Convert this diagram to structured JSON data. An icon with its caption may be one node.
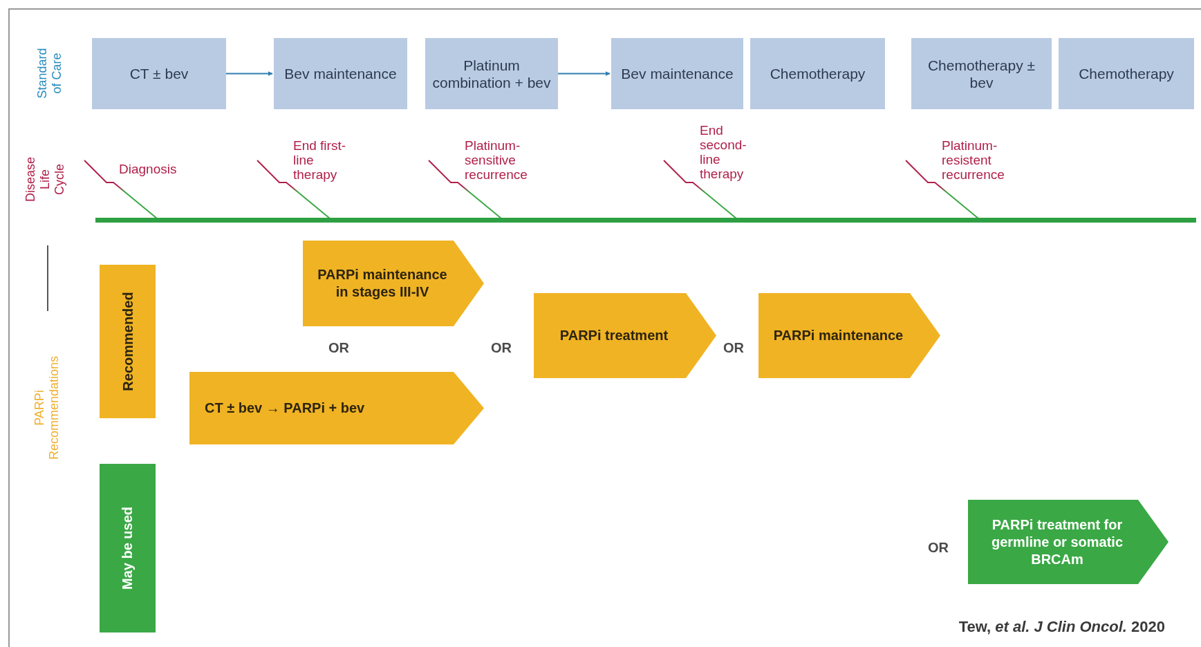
{
  "diagram": {
    "caption": "Tew, *et al. J Clin Oncol.* 2020",
    "nodes": [
      {
        "text": [
          "CT ± bev"
        ]
      },
      {
        "text": [
          "Bev maintenance"
        ]
      },
      {
        "text": [
          "Platinum combination + bev"
        ]
      },
      {
        "text": [
          "Bev maintenance"
        ]
      },
      {
        "text": [
          "Chemotherapy"
        ]
      },
      {
        "text": [
          "Chemotherapy ± bev"
        ]
      },
      {
        "text": [
          "Chemotherapy"
        ]
      },
      {
        "text": [
          "Diagnosis"
        ]
      },
      {
        "text": [
          "End first-line therapy"
        ]
      },
      {
        "text": [
          "Platinum-sensitive recurrence"
        ]
      },
      {
        "text": [
          "End second-line therapy"
        ]
      },
      {
        "text": [
          "Platinum-resistent recurrence"
        ]
      },
      {
        "text": [],
        "shape": "bar"
      },
      {
        "text": [
          "Recommended"
        ]
      },
      {
        "text": [
          "May be used"
        ]
      },
      {
        "text": [
          "PARPi maintenance in stages III-IV"
        ]
      },
      {
        "text": [
          "CT ± bev → PARPi + bev"
        ]
      },
      {
        "text": [
          "PARPi treatment"
        ]
      },
      {
        "text": [
          "PARPi maintenance"
        ]
      },
      {
        "text": [
          "PARPi treatment for germline or somatic BRCAm"
        ]
      }
    ],
    "edges": [
      {
        "from": 0,
        "to": 1,
        "arrow": "to",
        "color": "#2f7fb0"
      },
      {
        "from": 2,
        "to": 3,
        "arrow": "to",
        "color": "#2f7fb0"
      },
      {
        "from": 7,
        "to": 12,
        "arrow": "none"
      },
      {
        "from": 8,
        "to": 12,
        "arrow": "none"
      },
      {
        "from": 9,
        "to": 12,
        "arrow": "none"
      },
      {
        "from": 10,
        "to": 12,
        "arrow": "none"
      },
      {
        "from": 11,
        "to": 12,
        "arrow": "none"
      }
    ],
    "labels": [
      "Standard of Care",
      "Disease Life Cycle",
      "PARPi Recommendations",
      "OR",
      "OR",
      "OR",
      "OR"
    ]
  }
}
